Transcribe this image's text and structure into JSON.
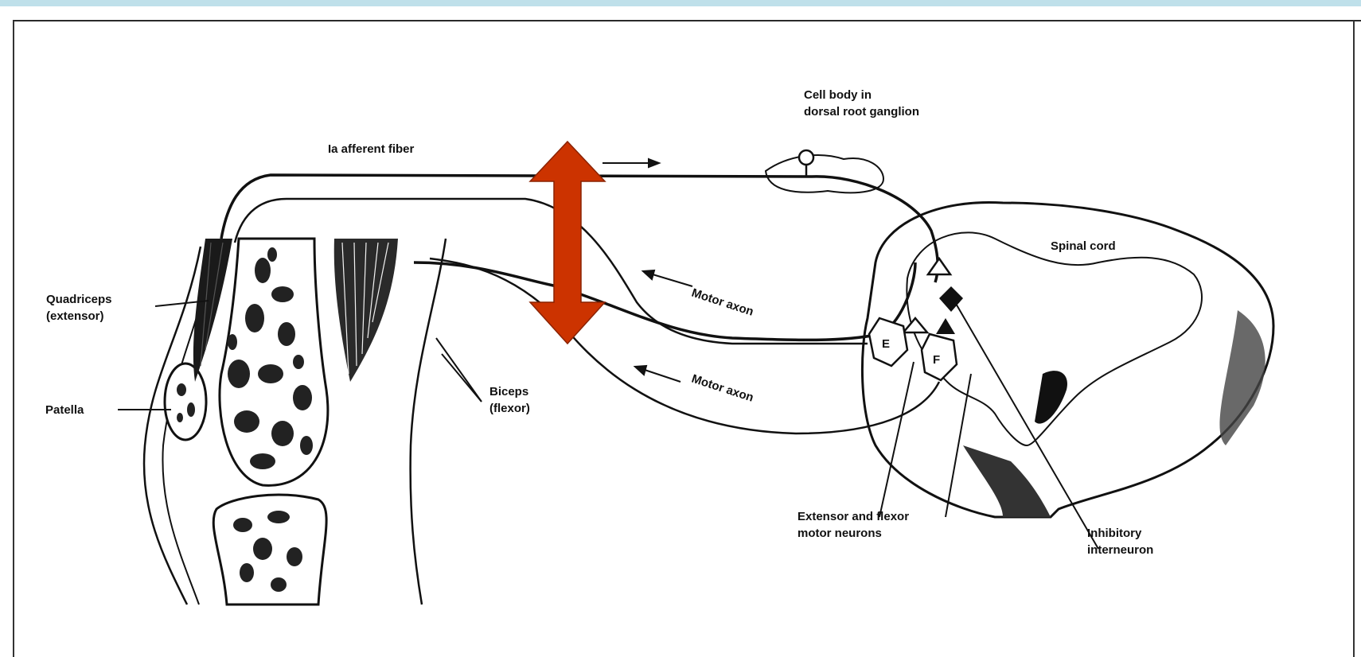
{
  "labels": {
    "cell_body_line1": "Cell body in",
    "cell_body_line2": "dorsal root ganglion",
    "afferent": "Ia afferent fiber",
    "spinal_cord": "Spinal cord",
    "quadriceps_line1": "Quadriceps",
    "quadriceps_line2": "(extensor)",
    "patella": "Patella",
    "biceps_line1": "Biceps",
    "biceps_line2": "(flexor)",
    "motor_axon_1": "Motor axon",
    "motor_axon_2": "Motor axon",
    "neuron_e": "E",
    "neuron_f": "F",
    "motor_neurons_line1": "Extensor and flexor",
    "motor_neurons_line2": "motor neurons",
    "interneuron_line1": "Inhibitory",
    "interneuron_line2": "interneuron"
  },
  "colors": {
    "double_arrow": "#cc3300",
    "top_bar": "#bfe0ea",
    "ink": "#111111"
  }
}
